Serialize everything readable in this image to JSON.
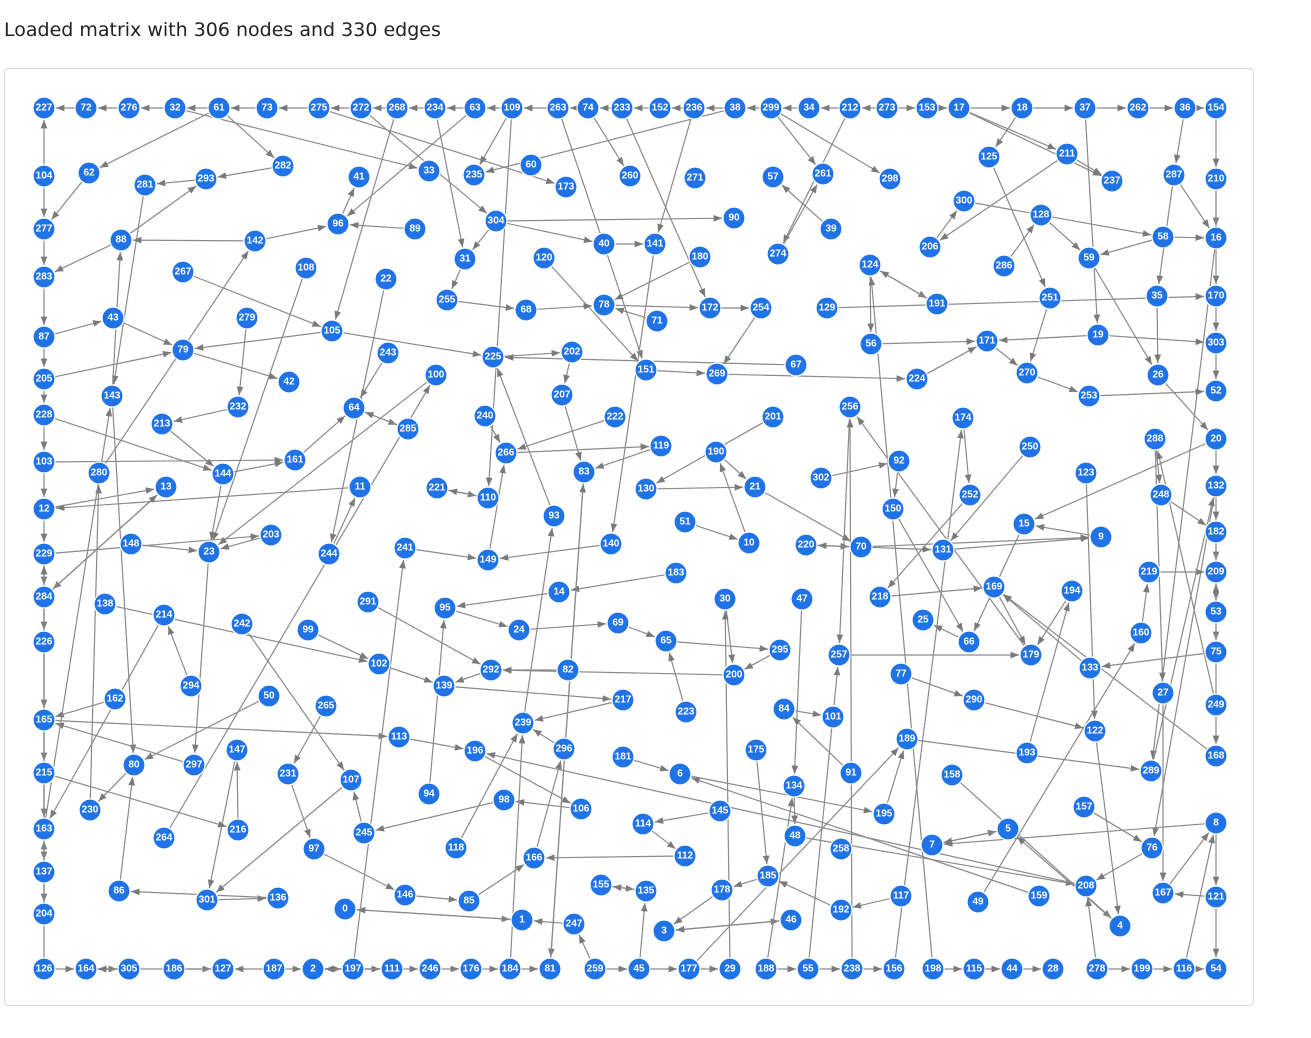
{
  "status": {
    "message": "Loaded matrix with 306 nodes and 330 edges"
  },
  "graph": {
    "node_color": "#1f73e6",
    "edge_color": "#8a8a8a",
    "nodes": [
      "227",
      "72",
      "276",
      "32",
      "61",
      "73",
      "275",
      "272",
      "268",
      "234",
      "63",
      "109",
      "263",
      "74",
      "233",
      "152",
      "236",
      "38",
      "299",
      "34",
      "212",
      "273",
      "153",
      "17",
      "18",
      "37",
      "262",
      "36",
      "154",
      "104",
      "62",
      "281",
      "293",
      "282",
      "33",
      "235",
      "60",
      "173",
      "260",
      "271",
      "57",
      "261",
      "298",
      "125",
      "211",
      "237",
      "287",
      "210",
      "41",
      "277",
      "88",
      "142",
      "96",
      "89",
      "304",
      "90",
      "39",
      "40",
      "141",
      "180",
      "274",
      "206",
      "300",
      "128",
      "58",
      "16",
      "120",
      "31",
      "267",
      "108",
      "22",
      "124",
      "286",
      "59",
      "283",
      "255",
      "68",
      "78",
      "172",
      "254",
      "129",
      "191",
      "251",
      "35",
      "170",
      "87",
      "43",
      "279",
      "105",
      "71",
      "56",
      "171",
      "19",
      "303",
      "79",
      "243",
      "225",
      "202",
      "67",
      "151",
      "269",
      "224",
      "270",
      "26",
      "205",
      "143",
      "100",
      "42",
      "232",
      "64",
      "207",
      "253",
      "52",
      "228",
      "213",
      "285",
      "240",
      "222",
      "201",
      "256",
      "174",
      "288",
      "20",
      "103",
      "280",
      "144",
      "161",
      "266",
      "119",
      "190",
      "92",
      "250",
      "123",
      "13",
      "11",
      "221",
      "110",
      "83",
      "130",
      "21",
      "302",
      "252",
      "248",
      "132",
      "12",
      "93",
      "51",
      "150",
      "15",
      "182",
      "229",
      "203",
      "148",
      "23",
      "244",
      "241",
      "149",
      "140",
      "10",
      "220",
      "70",
      "131",
      "9",
      "209",
      "219",
      "284",
      "138",
      "291",
      "95",
      "14",
      "183",
      "30",
      "47",
      "218",
      "169",
      "194",
      "53",
      "226",
      "214",
      "242",
      "99",
      "24",
      "69",
      "65",
      "25",
      "66",
      "160",
      "75",
      "102",
      "292",
      "82",
      "295",
      "200",
      "257",
      "179",
      "133",
      "294",
      "162",
      "50",
      "139",
      "265",
      "77",
      "290",
      "27",
      "249",
      "165",
      "217",
      "239",
      "223",
      "84",
      "101",
      "122",
      "113",
      "147",
      "296",
      "196",
      "181",
      "175",
      "189",
      "193",
      "215",
      "80",
      "297",
      "231",
      "6",
      "91",
      "158",
      "289",
      "168",
      "107",
      "134",
      "94",
      "98",
      "106",
      "145",
      "114",
      "195",
      "157",
      "230",
      "163",
      "264",
      "216",
      "245",
      "97",
      "118",
      "166",
      "112",
      "48",
      "258",
      "7",
      "5",
      "76",
      "8",
      "137",
      "86",
      "301",
      "136",
      "146",
      "85",
      "155",
      "135",
      "185",
      "178",
      "117",
      "208",
      "167",
      "204",
      "0",
      "1",
      "247",
      "3",
      "46",
      "192",
      "49",
      "159",
      "4",
      "121",
      "126",
      "164",
      "305",
      "186",
      "127",
      "187",
      "2",
      "197",
      "111",
      "246",
      "176",
      "184",
      "81",
      "259",
      "45",
      "177",
      "29",
      "188",
      "55",
      "238",
      "156",
      "198",
      "115",
      "44",
      "28",
      "278",
      "199",
      "116",
      "54"
    ]
  }
}
